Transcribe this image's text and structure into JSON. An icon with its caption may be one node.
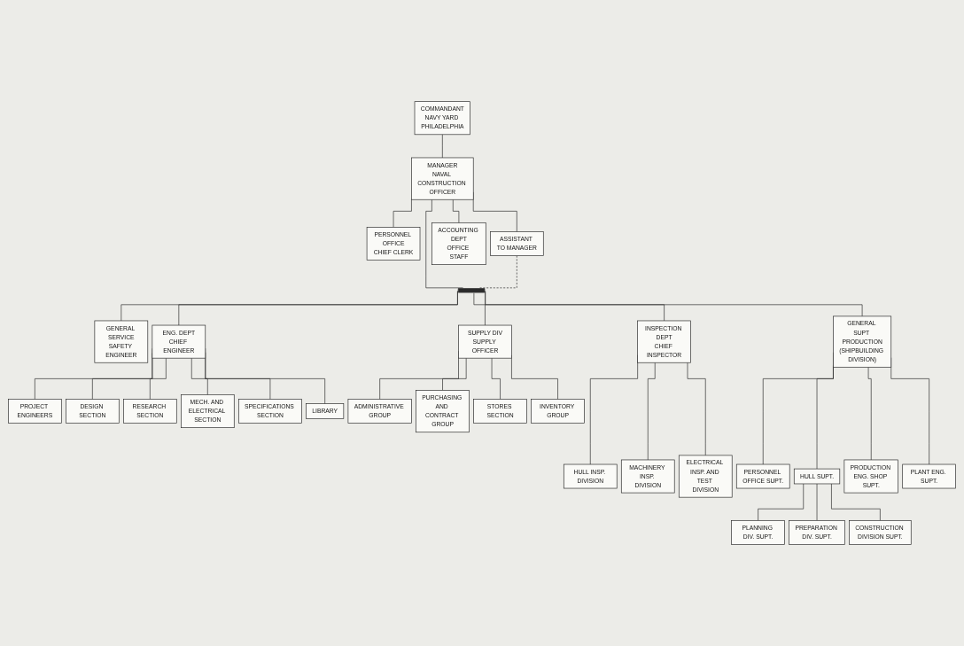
{
  "diagram": {
    "nodes": [
      {
        "text": [
          "COMMANDANT",
          "NAVY YARD PHILADELPHIA"
        ]
      },
      {
        "text": [
          "MANAGER",
          "NAVAL CONSTRUCTION OFFICER"
        ]
      },
      {
        "text": [
          "PERSONNEL OFFICE",
          "CHIEF CLERK"
        ]
      },
      {
        "text": [
          "ASSISTANT TO MANAGER"
        ]
      },
      {
        "text": [
          "ACCOUNTING DEPT",
          "OFFICE STAFF"
        ]
      },
      {
        "text": [],
        "shape": "bar"
      },
      {
        "text": [
          "GENERAL SERVICE",
          "SAFETY ENGINEER"
        ]
      },
      {
        "text": [
          "INSPECTION DEPT",
          "CHIEF INSPECTOR"
        ]
      },
      {
        "text": [
          "ENG. DEPT",
          "CHIEF ENGINEER"
        ]
      },
      {
        "text": [
          "GENERAL SUPT PRODUCTION",
          "(SHIPBUILDING DIVISION)"
        ]
      },
      {
        "text": [
          "SUPPLY DIV",
          "SUPPLY OFFICER"
        ]
      },
      {
        "text": [
          "PROJECT ENGINEERS"
        ]
      },
      {
        "text": [
          "DESIGN SECTION"
        ]
      },
      {
        "text": [
          "RESEARCH SECTION"
        ]
      },
      {
        "text": [
          "MECH. AND ELECTRICAL SECTION"
        ]
      },
      {
        "text": [
          "SPECIFICATIONS SECTION"
        ]
      },
      {
        "text": [
          "LIBRARY"
        ]
      },
      {
        "text": [
          "ADMINISTRATIVE GROUP"
        ]
      },
      {
        "text": [
          "PURCHASING AND CONTRACT GROUP"
        ]
      },
      {
        "text": [
          "STORES SECTION"
        ]
      },
      {
        "text": [
          "INVENTORY GROUP"
        ]
      },
      {
        "text": [
          "HULL INSP. DIVISION"
        ]
      },
      {
        "text": [
          "MACHINERY INSP. DIVISION"
        ]
      },
      {
        "text": [
          "ELECTRICAL INSP. AND TEST DIVISION"
        ]
      },
      {
        "text": [
          "PERSONNEL OFFICE SUPT."
        ]
      },
      {
        "text": [
          "HULL SUPT."
        ]
      },
      {
        "text": [
          "PRODUCTION ENG. SHOP SUPT."
        ]
      },
      {
        "text": [
          "PLANT ENG. SUPT."
        ]
      },
      {
        "text": [
          "PLANNING DIV. SUPT."
        ]
      },
      {
        "text": [
          "PREPARATION DIV. SUPT."
        ]
      },
      {
        "text": [
          "CONSTRUCTION DIVISION SUPT."
        ]
      }
    ],
    "edges": [
      {
        "from": 0,
        "to": 1,
        "arrow": "none"
      },
      {
        "from": 1,
        "to": 2,
        "arrow": "none"
      },
      {
        "from": 1,
        "to": 3,
        "arrow": "none"
      },
      {
        "from": 1,
        "to": 4,
        "arrow": "none"
      },
      {
        "from": 1,
        "to": 5,
        "arrow": "none"
      },
      {
        "from": 3,
        "to": 5,
        "arrow": "none",
        "style": "dashed"
      },
      {
        "from": 5,
        "to": 6,
        "arrow": "none"
      },
      {
        "from": 5,
        "to": 7,
        "arrow": "none"
      },
      {
        "from": 5,
        "to": 8,
        "arrow": "none"
      },
      {
        "from": 5,
        "to": 9,
        "arrow": "none"
      },
      {
        "from": 5,
        "to": 10,
        "arrow": "none"
      },
      {
        "from": 8,
        "to": 11,
        "arrow": "none"
      },
      {
        "from": 8,
        "to": 12,
        "arrow": "none"
      },
      {
        "from": 8,
        "to": 13,
        "arrow": "none"
      },
      {
        "from": 8,
        "to": 14,
        "arrow": "none"
      },
      {
        "from": 8,
        "to": 15,
        "arrow": "none"
      },
      {
        "from": 8,
        "to": 16,
        "arrow": "none"
      },
      {
        "from": 10,
        "to": 17,
        "arrow": "none"
      },
      {
        "from": 10,
        "to": 18,
        "arrow": "none"
      },
      {
        "from": 10,
        "to": 19,
        "arrow": "none"
      },
      {
        "from": 10,
        "to": 20,
        "arrow": "none"
      },
      {
        "from": 7,
        "to": 21,
        "arrow": "none"
      },
      {
        "from": 7,
        "to": 22,
        "arrow": "none"
      },
      {
        "from": 7,
        "to": 23,
        "arrow": "none"
      },
      {
        "from": 9,
        "to": 24,
        "arrow": "none"
      },
      {
        "from": 9,
        "to": 25,
        "arrow": "none"
      },
      {
        "from": 9,
        "to": 26,
        "arrow": "none"
      },
      {
        "from": 9,
        "to": 27,
        "arrow": "none"
      },
      {
        "from": 25,
        "to": 28,
        "arrow": "none"
      },
      {
        "from": 25,
        "to": 29,
        "arrow": "none"
      },
      {
        "from": 25,
        "to": 30,
        "arrow": "none"
      }
    ]
  }
}
